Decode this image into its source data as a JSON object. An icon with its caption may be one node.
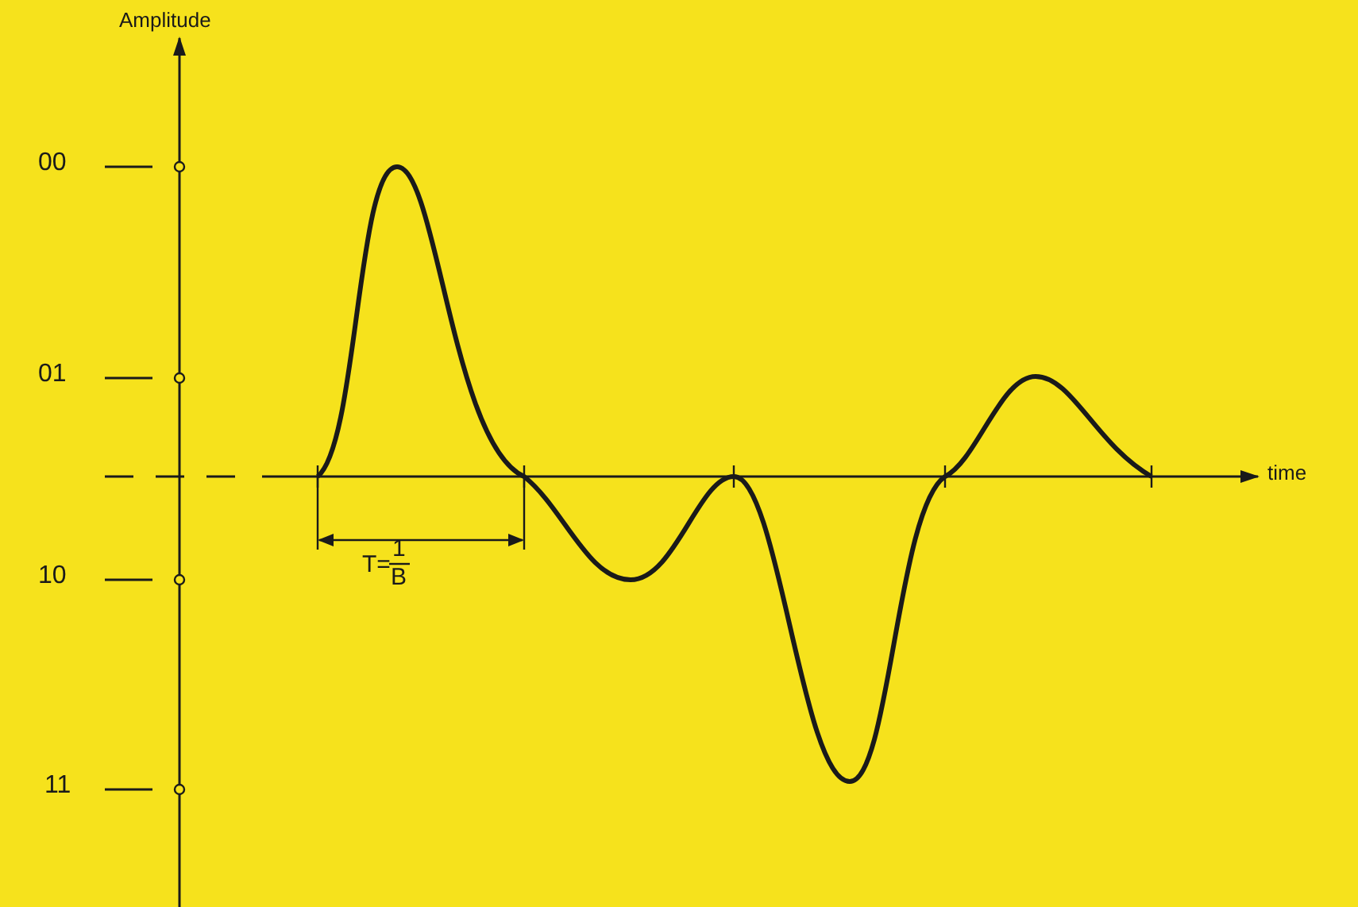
{
  "diagram": {
    "labels": [
      "Amplitude",
      "00",
      "01",
      "10",
      "11",
      "time",
      "T=",
      "1",
      "B"
    ]
  }
}
